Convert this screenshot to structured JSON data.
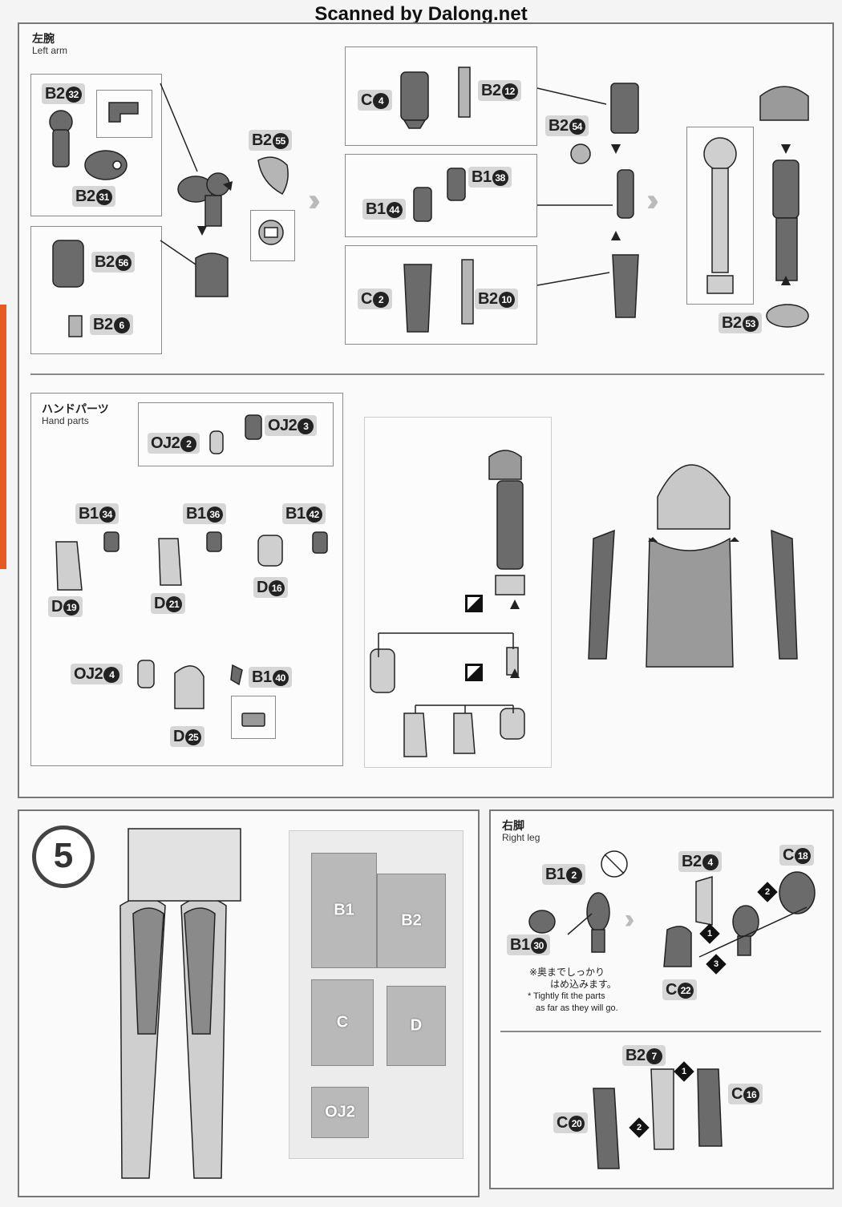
{
  "header": {
    "watermark": "Scanned by Dalong.net"
  },
  "left_arm": {
    "title_jp": "左腕",
    "title_en": "Left arm",
    "parts": [
      "B2",
      "B2",
      "B2",
      "B2",
      "B2",
      "C",
      "B2",
      "B1",
      "B1",
      "B2",
      "C",
      "B2",
      "B2"
    ],
    "nums": [
      "32",
      "31",
      "56",
      "6",
      "55",
      "4",
      "12",
      "38",
      "44",
      "54",
      "2",
      "10",
      "53"
    ]
  },
  "hand_parts": {
    "title_jp": "ハンドパーツ",
    "title_en": "Hand parts",
    "labels": [
      {
        "p": "OJ2",
        "n": "2"
      },
      {
        "p": "OJ2",
        "n": "3"
      },
      {
        "p": "B1",
        "n": "34"
      },
      {
        "p": "B1",
        "n": "36"
      },
      {
        "p": "B1",
        "n": "42"
      },
      {
        "p": "D",
        "n": "19"
      },
      {
        "p": "D",
        "n": "21"
      },
      {
        "p": "D",
        "n": "16"
      },
      {
        "p": "OJ2",
        "n": "4"
      },
      {
        "p": "B1",
        "n": "40"
      },
      {
        "p": "D",
        "n": "25"
      }
    ]
  },
  "step5": {
    "number": "5",
    "runners": [
      "B1",
      "B2",
      "C",
      "D",
      "OJ2"
    ]
  },
  "right_leg": {
    "title_jp": "右脚",
    "title_en": "Right leg",
    "labels": [
      {
        "p": "B1",
        "n": "2"
      },
      {
        "p": "B1",
        "n": "30"
      },
      {
        "p": "B2",
        "n": "4"
      },
      {
        "p": "C",
        "n": "18"
      },
      {
        "p": "C",
        "n": "22"
      },
      {
        "p": "B2",
        "n": "7"
      },
      {
        "p": "C",
        "n": "16"
      },
      {
        "p": "C",
        "n": "20"
      }
    ],
    "note_jp_1": "※奥までしっかり",
    "note_jp_2": "はめ込みます。",
    "note_en_1": "* Tightly fit the parts",
    "note_en_2": "as far as they will go.",
    "step_marks": [
      "1",
      "2",
      "3",
      "1",
      "2"
    ]
  },
  "colors": {
    "part_fill": "#6b6b6b",
    "part_light": "#b5b5b5",
    "frame": "#777777",
    "accent": "#e85a1f"
  }
}
